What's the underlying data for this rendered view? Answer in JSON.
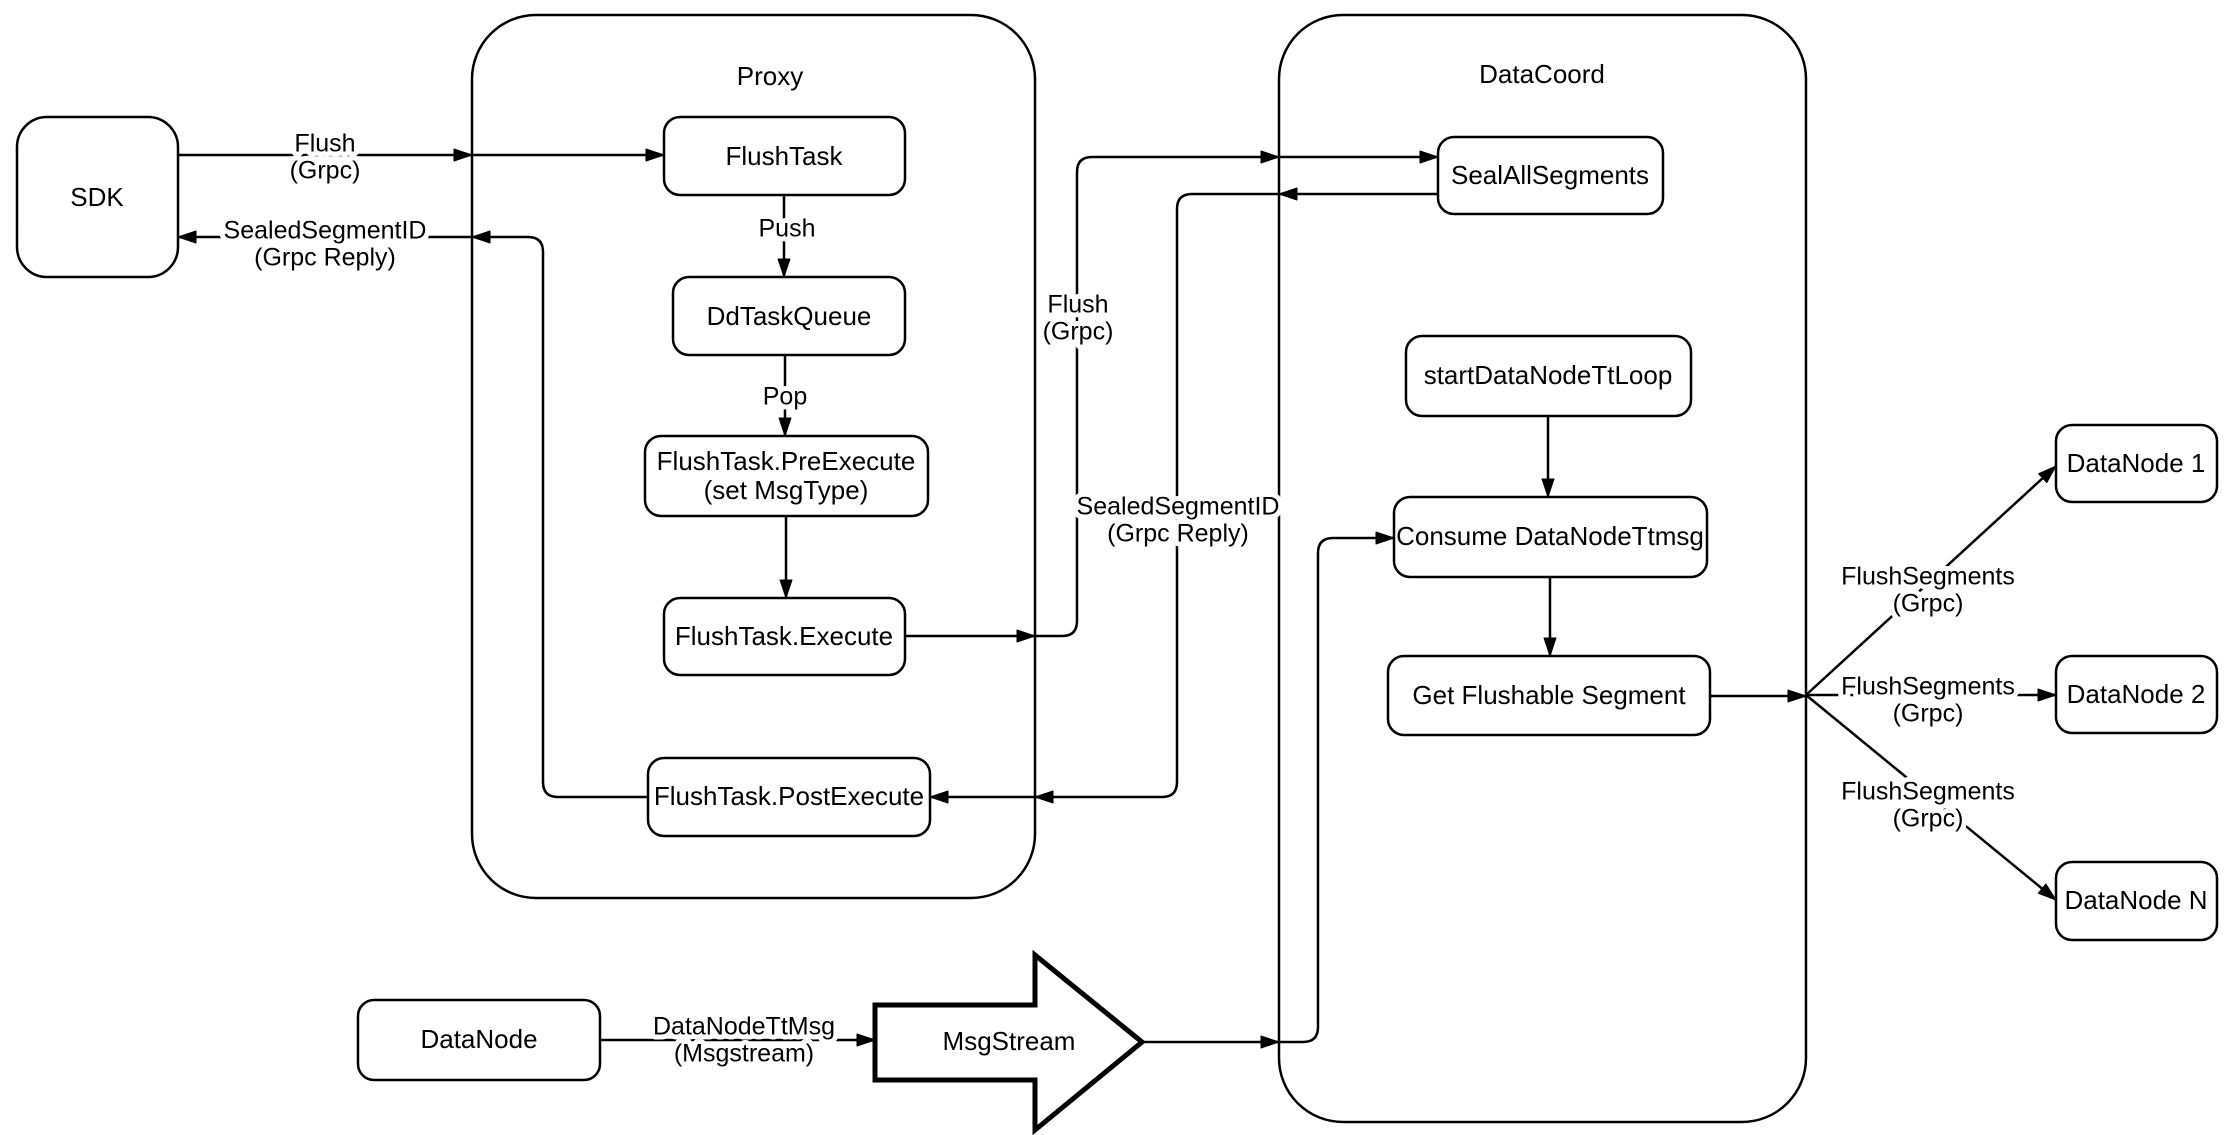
{
  "diagram": {
    "colors": {
      "stroke": "#000000",
      "background": "#ffffff"
    },
    "containers": {
      "proxy": {
        "title": "Proxy"
      },
      "datacoord": {
        "title": "DataCoord"
      }
    },
    "nodes": {
      "sdk": {
        "label": "SDK"
      },
      "flush_task": {
        "label": "FlushTask"
      },
      "dd_task_queue": {
        "label": "DdTaskQueue"
      },
      "pre_execute": {
        "line1": "FlushTask.PreExecute",
        "line2": "(set MsgType)"
      },
      "execute": {
        "label": "FlushTask.Execute"
      },
      "post_execute": {
        "label": "FlushTask.PostExecute"
      },
      "seal_all_segments": {
        "label": "SealAllSegments"
      },
      "start_datanode_tt_loop": {
        "label": "startDataNodeTtLoop"
      },
      "consume_datanode_ttmsg": {
        "label": "Consume DataNodeTtmsg"
      },
      "get_flushable_segment": {
        "label": "Get Flushable Segment"
      },
      "datanode_1": {
        "label": "DataNode 1"
      },
      "datanode_2": {
        "label": "DataNode 2"
      },
      "datanode_n": {
        "label": "DataNode N"
      },
      "datanode": {
        "label": "DataNode"
      },
      "msgstream": {
        "label": "MsgStream"
      }
    },
    "edge_labels": {
      "sdk_flush": {
        "line1": "Flush",
        "line2": "(Grpc)"
      },
      "sdk_reply": {
        "line1": "SealedSegmentID",
        "line2": "(Grpc Reply)"
      },
      "push": {
        "label": "Push"
      },
      "pop": {
        "label": "Pop"
      },
      "proxy_flush": {
        "line1": "Flush",
        "line2": "(Grpc)"
      },
      "proxy_reply": {
        "line1": "SealedSegmentID",
        "line2": "(Grpc Reply)"
      },
      "flush_segments_1": {
        "line1": "FlushSegments",
        "line2": "(Grpc)"
      },
      "flush_segments_2": {
        "line1": "FlushSegments",
        "line2": "(Grpc)"
      },
      "flush_segments_3": {
        "line1": "FlushSegments",
        "line2": "(Grpc)"
      },
      "datanode_ttmsg": {
        "line1": "DataNodeTtMsg",
        "line2": "(Msgstream)"
      }
    },
    "edges": [
      {
        "from": "SDK",
        "to": "FlushTask",
        "label": "Flush (Grpc)"
      },
      {
        "from": "FlushTask",
        "to": "DdTaskQueue",
        "label": "Push"
      },
      {
        "from": "DdTaskQueue",
        "to": "FlushTask.PreExecute",
        "label": "Pop"
      },
      {
        "from": "FlushTask.PreExecute",
        "to": "FlushTask.Execute",
        "label": ""
      },
      {
        "from": "FlushTask.Execute",
        "to": "SealAllSegments",
        "label": "Flush (Grpc)"
      },
      {
        "from": "SealAllSegments",
        "to": "FlushTask.PostExecute",
        "label": "SealedSegmentID (Grpc Reply)"
      },
      {
        "from": "FlushTask.PostExecute",
        "to": "SDK",
        "label": "SealedSegmentID (Grpc Reply)"
      },
      {
        "from": "startDataNodeTtLoop",
        "to": "Consume DataNodeTtmsg",
        "label": ""
      },
      {
        "from": "Consume DataNodeTtmsg",
        "to": "Get Flushable Segment",
        "label": ""
      },
      {
        "from": "Get Flushable Segment",
        "to": "DataNode 1",
        "label": "FlushSegments (Grpc)"
      },
      {
        "from": "Get Flushable Segment",
        "to": "DataNode 2",
        "label": "FlushSegments (Grpc)"
      },
      {
        "from": "Get Flushable Segment",
        "to": "DataNode N",
        "label": "FlushSegments (Grpc)"
      },
      {
        "from": "DataNode",
        "to": "MsgStream",
        "label": "DataNodeTtMsg (Msgstream)"
      },
      {
        "from": "MsgStream",
        "to": "Consume DataNodeTtmsg",
        "label": ""
      }
    ]
  }
}
